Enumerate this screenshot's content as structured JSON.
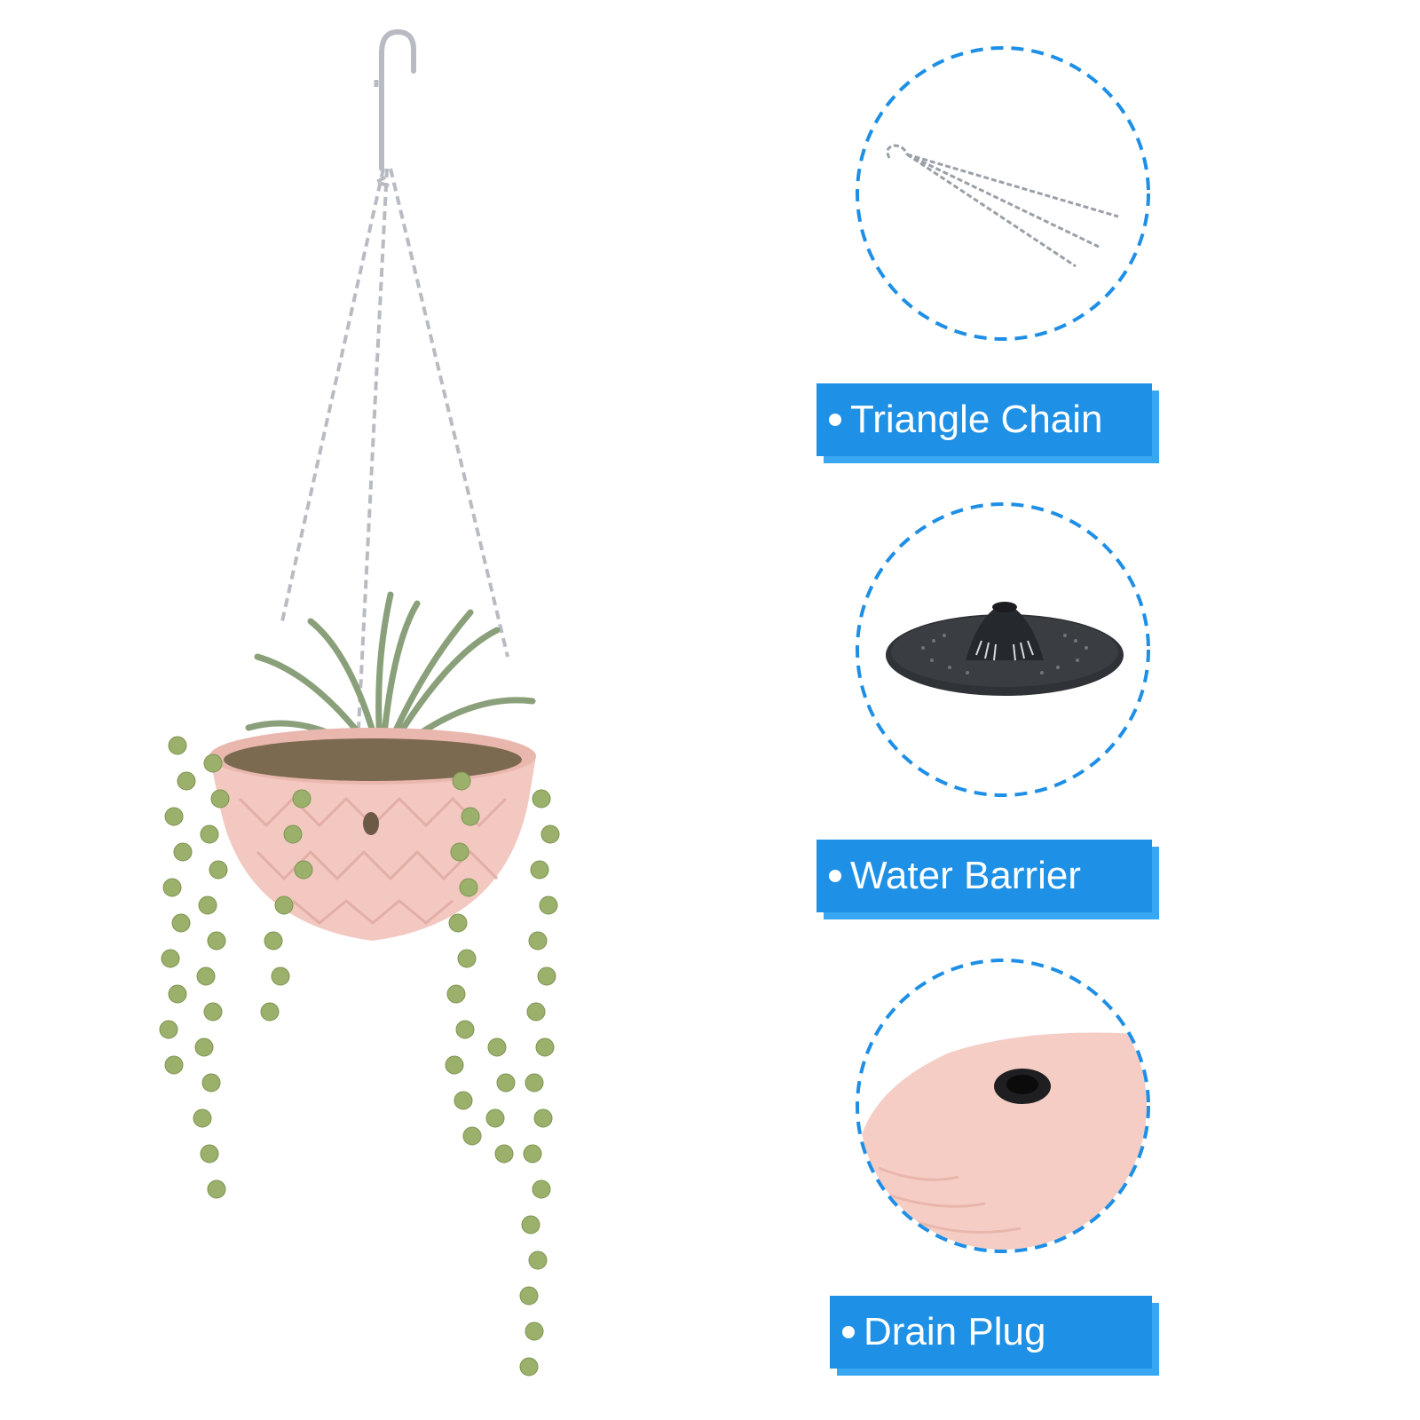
{
  "colors": {
    "badge_blue": "#1e90e6",
    "badge_shadow": "#38a6f0",
    "dashed_circle": "#1e8fe6",
    "pot_pink": "#f2c8c0",
    "foliage_green": "#9bb06a",
    "chain_silver": "#b8bcc2"
  },
  "features": [
    {
      "label": "Triangle Chain",
      "icon": "chain-icon"
    },
    {
      "label": "Water Barrier",
      "icon": "water-barrier-icon"
    },
    {
      "label": "Drain Plug",
      "icon": "drain-plug-icon"
    }
  ]
}
